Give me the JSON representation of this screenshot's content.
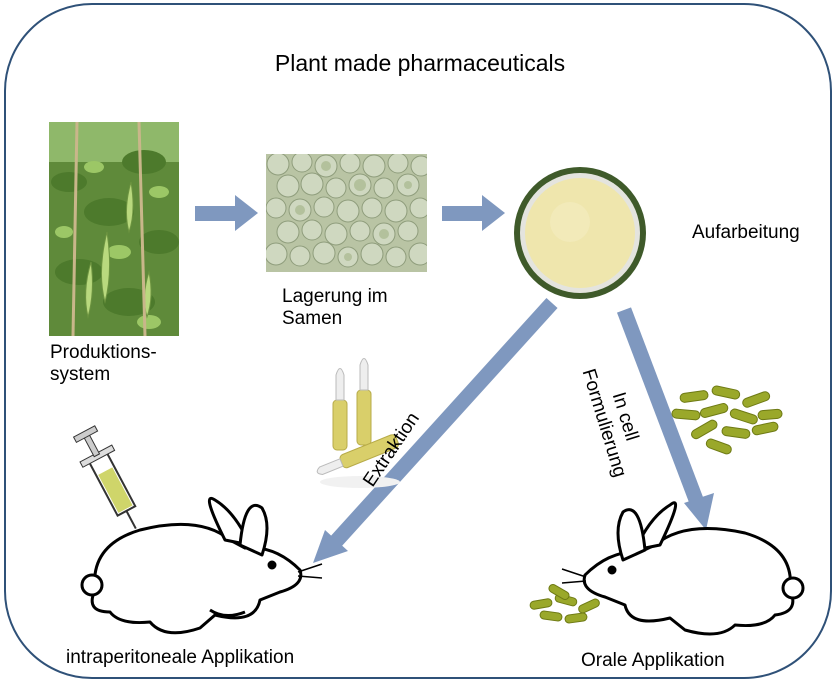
{
  "diagram": {
    "title": "Plant made pharmaceuticals",
    "labels": {
      "production_system": "Produktions-\nsystem",
      "seed_storage": "Lagerung im\nSamen",
      "processing": "Aufarbeitung",
      "extraction": "Extraktion",
      "in_cell_formulation": "In cell\nFormulierung",
      "intraperitoneal": "intraperitoneale Applikation",
      "oral": "Orale Applikation"
    },
    "colors": {
      "frame": "#2f5178",
      "arrow": "#7f98bf",
      "bowl_rim": "#3f5a2a",
      "powder": "#efe6ad",
      "capsule": "#9aa82a",
      "vial": "#d9cf6a"
    },
    "icons": [
      "pea-plant-photo",
      "pea-seeds-photo",
      "powder-bowl",
      "ampoules",
      "syringe",
      "rabbit",
      "capsules"
    ]
  }
}
